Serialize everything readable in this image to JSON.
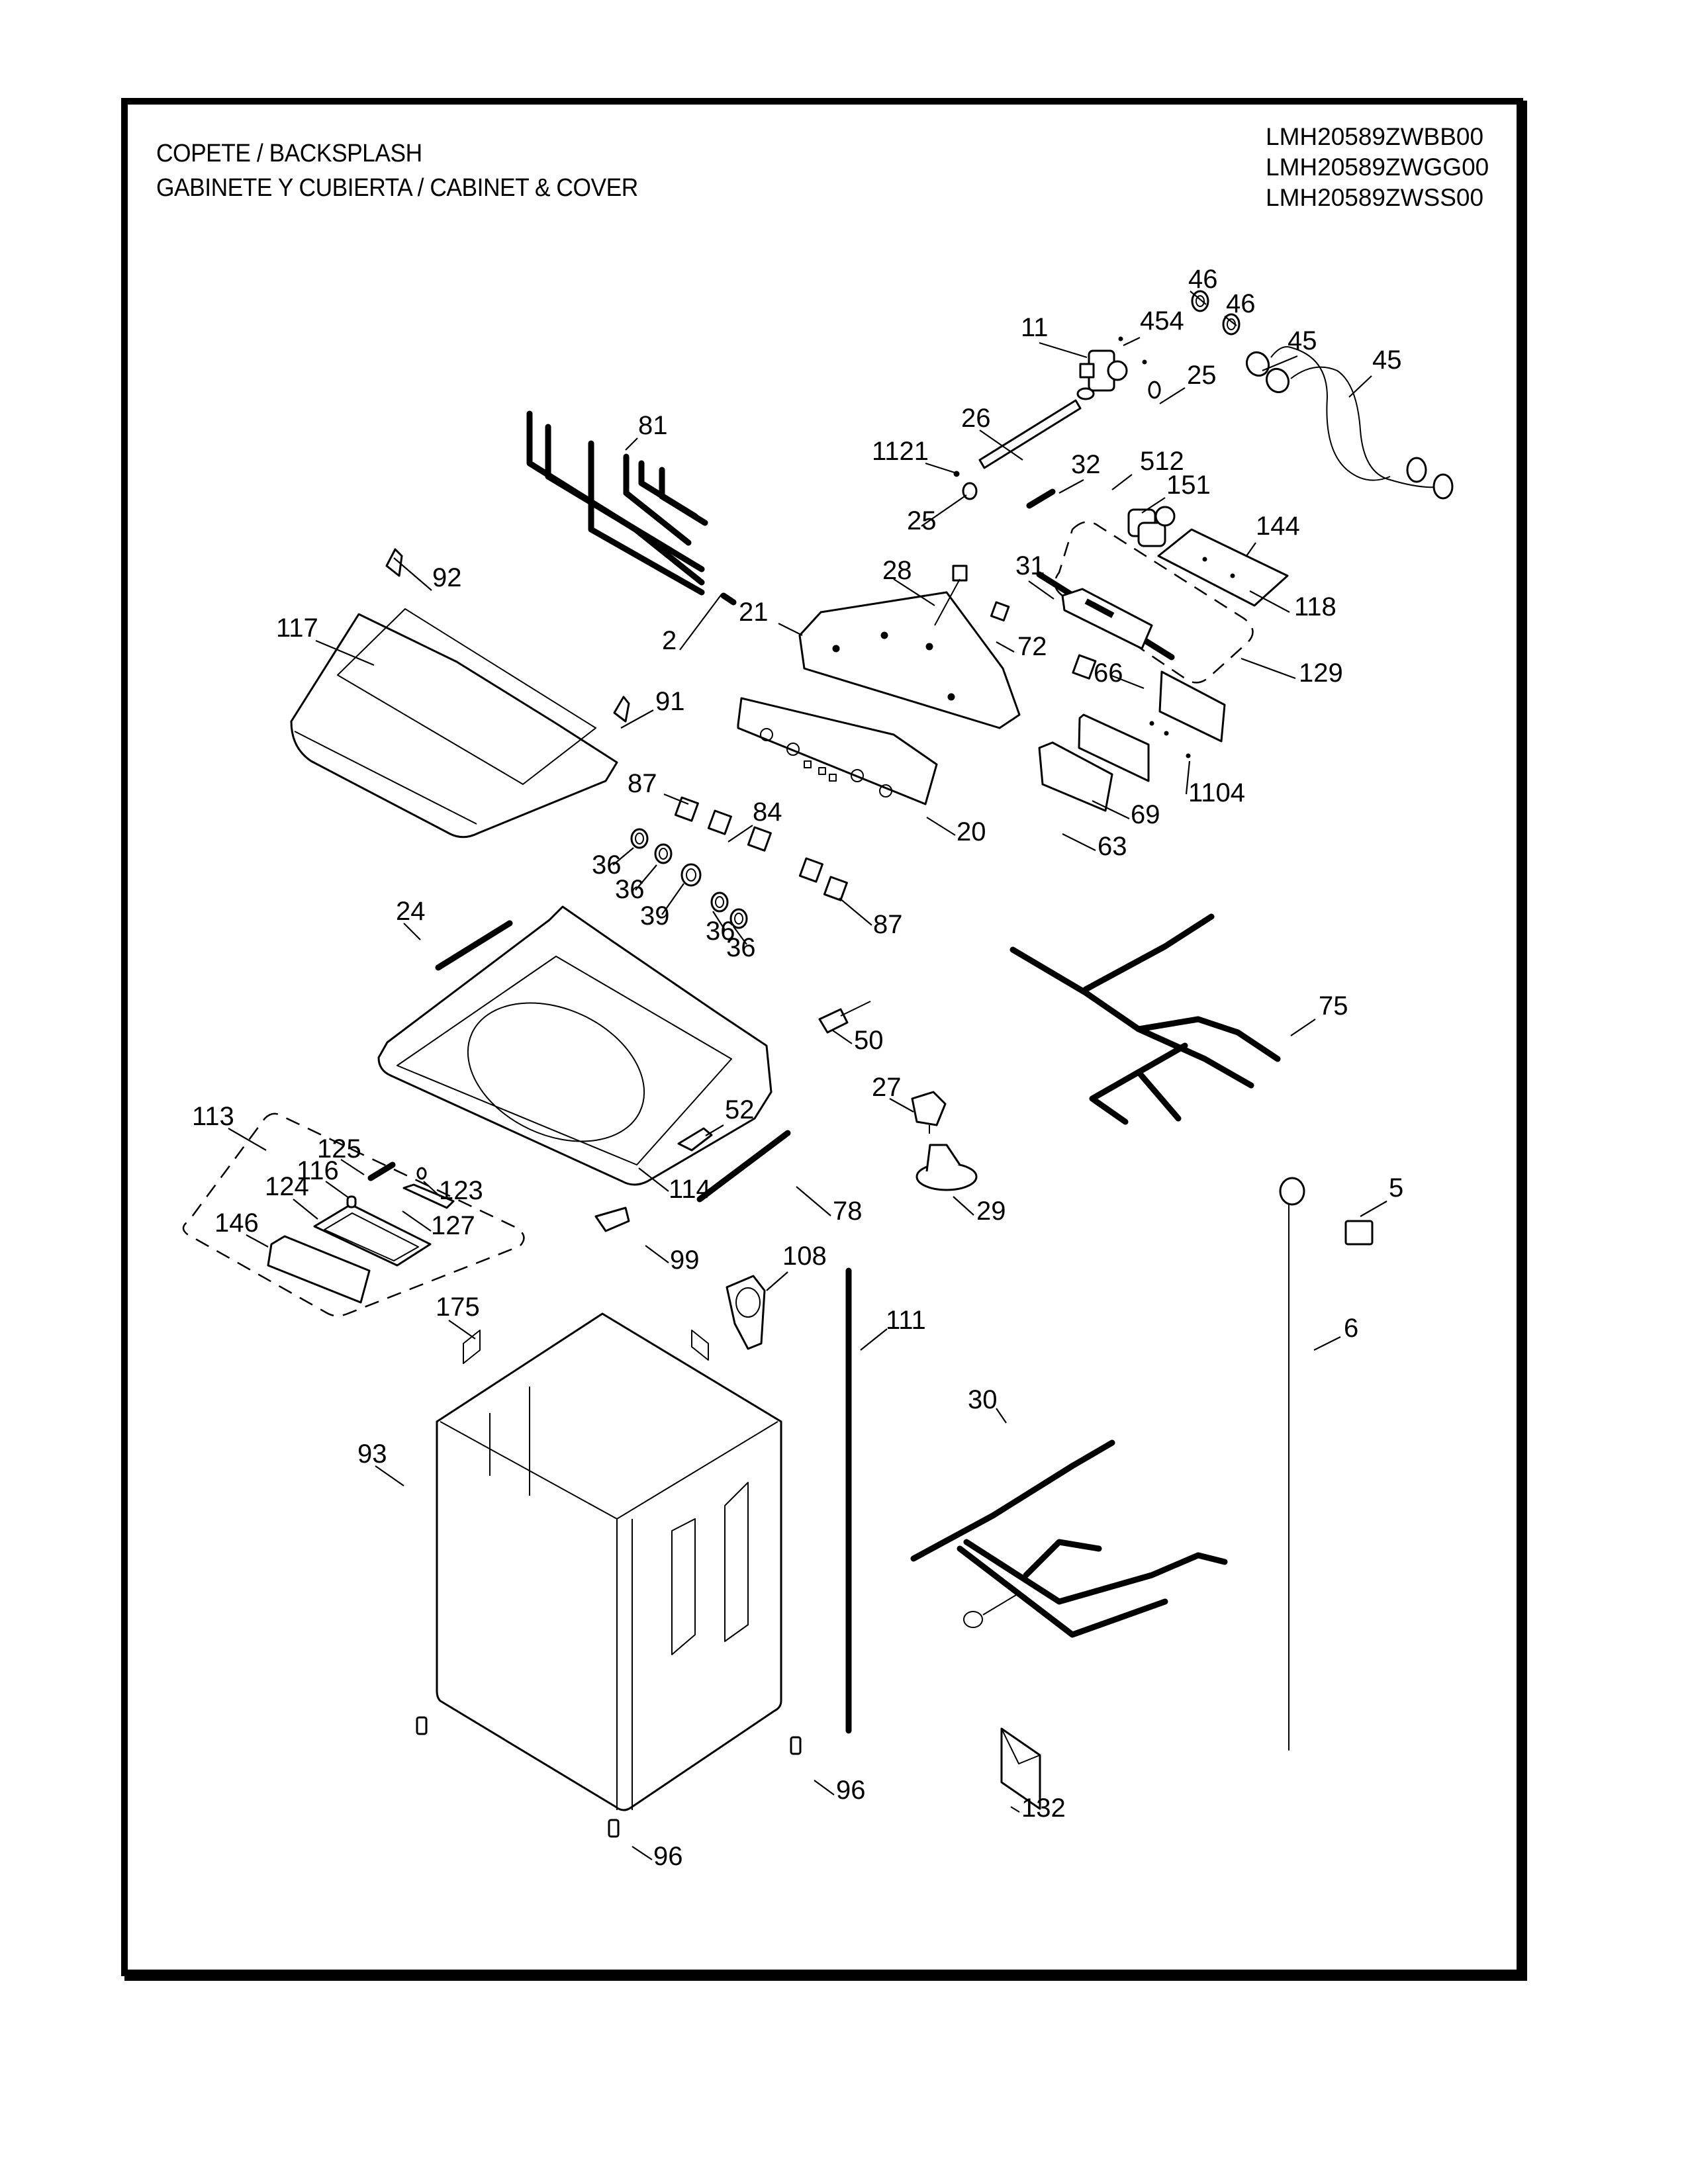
{
  "header": {
    "title_line1": "COPETE / BACKSPLASH",
    "title_line2": "GABINETE Y CUBIERTA / CABINET & COVER",
    "models": [
      "LMH20589ZWBB00",
      "LMH20589ZWGG00",
      "LMH20589ZWSS00"
    ]
  },
  "diagram": {
    "callouts": [
      {
        "label": "46",
        "part": "hose-washer-upper"
      },
      {
        "label": "46",
        "part": "hose-washer-lower"
      },
      {
        "label": "11",
        "part": "water-valve"
      },
      {
        "label": "454",
        "part": "valve-screw"
      },
      {
        "label": "25",
        "part": "hose-clamp-upper"
      },
      {
        "label": "45",
        "part": "inlet-hose-1"
      },
      {
        "label": "45",
        "part": "inlet-hose-2"
      },
      {
        "label": "81",
        "part": "wire-harness-backsplash"
      },
      {
        "label": "26",
        "part": "water-tube"
      },
      {
        "label": "1121",
        "part": "screw"
      },
      {
        "label": "32",
        "part": "spring"
      },
      {
        "label": "512",
        "part": "screw"
      },
      {
        "label": "151",
        "part": "valve-assembly"
      },
      {
        "label": "25",
        "part": "hose-clamp-lower"
      },
      {
        "label": "144",
        "part": "bracket-plate"
      },
      {
        "label": "92",
        "part": "hinge-left"
      },
      {
        "label": "28",
        "part": "sensor"
      },
      {
        "label": "31",
        "part": "display-cover"
      },
      {
        "label": "118",
        "part": "valve-kit"
      },
      {
        "label": "117",
        "part": "lid-assembly"
      },
      {
        "label": "21",
        "part": "backsplash"
      },
      {
        "label": "2",
        "part": "spring-small"
      },
      {
        "label": "72",
        "part": "connector"
      },
      {
        "label": "129",
        "part": "rod"
      },
      {
        "label": "66",
        "part": "pcb-bracket"
      },
      {
        "label": "91",
        "part": "hinge-right"
      },
      {
        "label": "1104",
        "part": "screw"
      },
      {
        "label": "87",
        "part": "knob-switch-left"
      },
      {
        "label": "84",
        "part": "switch"
      },
      {
        "label": "20",
        "part": "control-panel-overlay"
      },
      {
        "label": "69",
        "part": "main-pcb"
      },
      {
        "label": "63",
        "part": "pcb-case"
      },
      {
        "label": "36",
        "part": "knob"
      },
      {
        "label": "36",
        "part": "knob"
      },
      {
        "label": "39",
        "part": "knob-large"
      },
      {
        "label": "36",
        "part": "knob"
      },
      {
        "label": "36",
        "part": "knob"
      },
      {
        "label": "87",
        "part": "knob-switch-right"
      },
      {
        "label": "24",
        "part": "lid-switch-wire"
      },
      {
        "label": "75",
        "part": "main-wire-harness"
      },
      {
        "label": "50",
        "part": "lid-switch"
      },
      {
        "label": "27",
        "part": "pressure-switch"
      },
      {
        "label": "52",
        "part": "bracket"
      },
      {
        "label": "113",
        "part": "dispenser-kit"
      },
      {
        "label": "125",
        "part": "pin"
      },
      {
        "label": "116",
        "part": "cap"
      },
      {
        "label": "123",
        "part": "washer"
      },
      {
        "label": "124",
        "part": "dispenser-drawer"
      },
      {
        "label": "127",
        "part": "slider"
      },
      {
        "label": "146",
        "part": "drawer-front"
      },
      {
        "label": "114",
        "part": "top-cover"
      },
      {
        "label": "78",
        "part": "damper-rod"
      },
      {
        "label": "29",
        "part": "pressure-switch-base"
      },
      {
        "label": "5",
        "part": "connector-block"
      },
      {
        "label": "99",
        "part": "lock-switch"
      },
      {
        "label": "108",
        "part": "pump-cover"
      },
      {
        "label": "175",
        "part": "label"
      },
      {
        "label": "111",
        "part": "drain-rod"
      },
      {
        "label": "6",
        "part": "power-cord"
      },
      {
        "label": "30",
        "part": "lower-wire-harness"
      },
      {
        "label": "93",
        "part": "cabinet"
      },
      {
        "label": "96",
        "part": "leveling-foot-right"
      },
      {
        "label": "132",
        "part": "manual"
      },
      {
        "label": "96",
        "part": "leveling-foot-front"
      }
    ]
  }
}
